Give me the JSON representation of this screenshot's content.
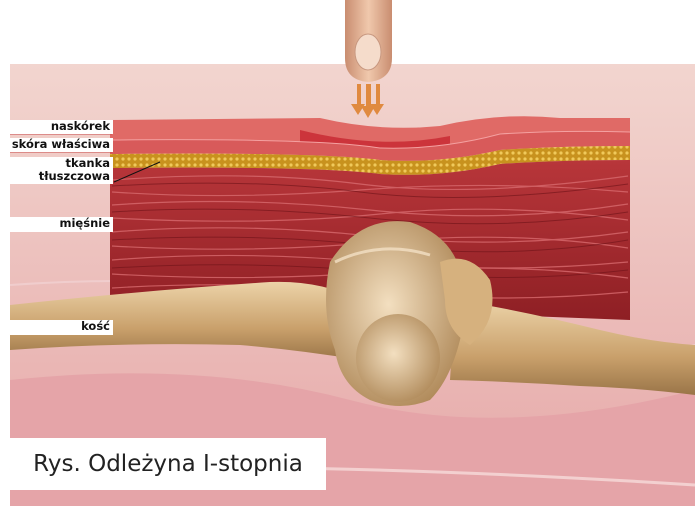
{
  "labels": {
    "epidermis": "naskórek",
    "dermis": "skóra właściwa",
    "fat_line1": "tkanka",
    "fat_line2": "tłuszczowa",
    "muscle": "mięśnie",
    "bone": "kość"
  },
  "caption": "Rys. Odleżyna I-stopnia",
  "colors": {
    "skin_background": "#e3a6a6",
    "epidermis_band": "#d94a4a",
    "fat_layer": "#d4a02a",
    "muscle": "#a5282a",
    "bone": "#d9b582",
    "finger": "#e9b99a",
    "arrows": "#e08a40"
  }
}
